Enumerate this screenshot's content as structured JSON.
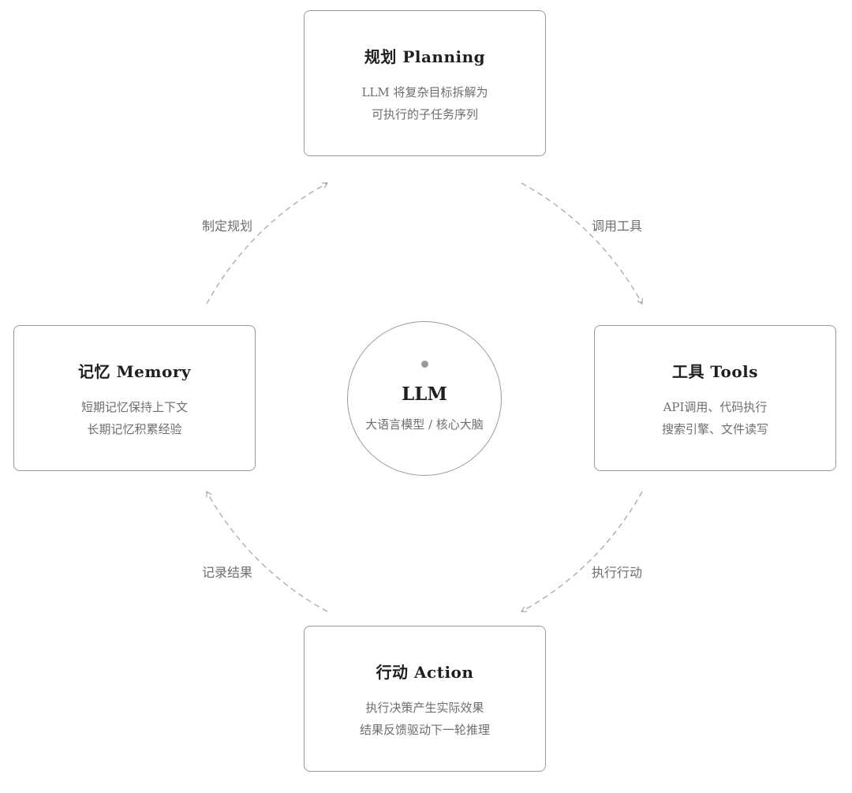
{
  "core": {
    "title": "LLM",
    "subtitle": "大语言模型 / 核心大脑"
  },
  "nodes": {
    "planning": {
      "title": "规划 Planning",
      "lines": [
        "LLM 将复杂目标拆解为",
        "可执行的子任务序列"
      ]
    },
    "tools": {
      "title": "工具 Tools",
      "lines": [
        "API调用、代码执行",
        "搜索引擎、文件读写"
      ]
    },
    "action": {
      "title": "行动 Action",
      "lines": [
        "执行决策产生实际效果",
        "结果反馈驱动下一轮推理"
      ]
    },
    "memory": {
      "title": "记忆 Memory",
      "lines": [
        "短期记忆保持上下文",
        "长期记忆积累经验"
      ]
    }
  },
  "edges": {
    "plan": "制定规划",
    "tools": "调用工具",
    "act": "执行行动",
    "record": "记录结果"
  },
  "colors": {
    "border": "#9a9a9a",
    "connector": "#a8a8a8",
    "title_text": "#1f1f1f",
    "muted_text": "#6e6e6e"
  }
}
